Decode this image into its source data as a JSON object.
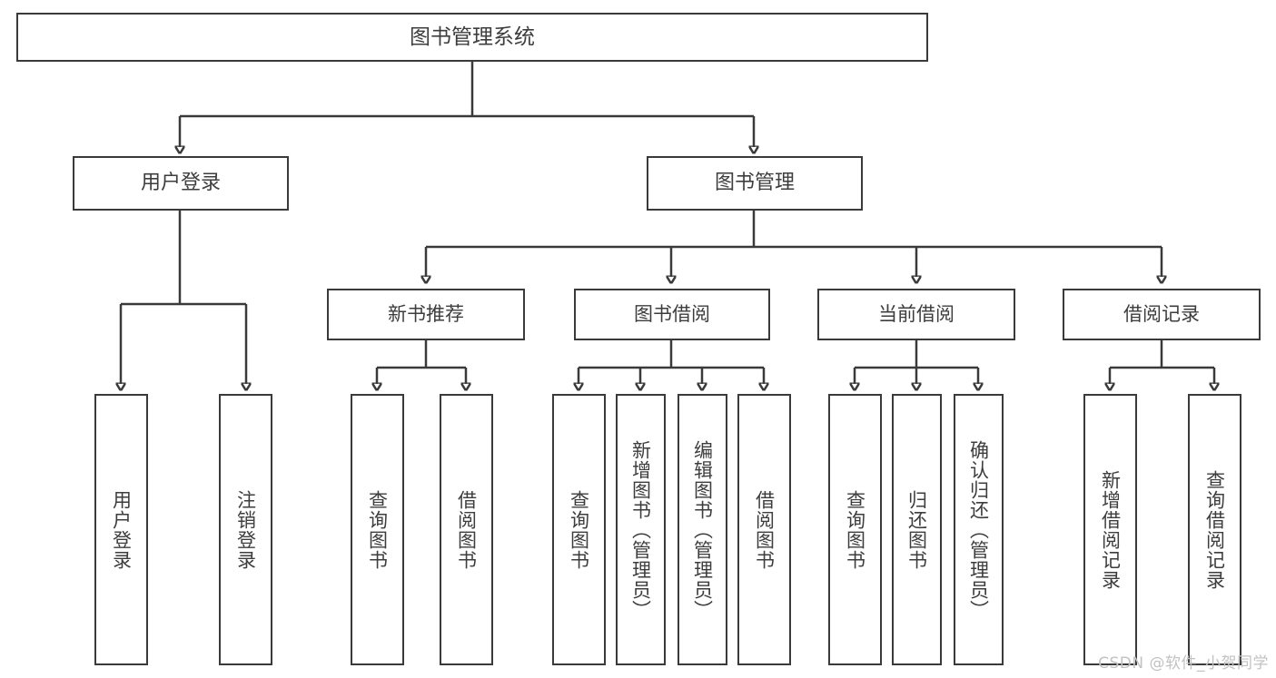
{
  "diagram": {
    "title": "图书管理系统",
    "type": "tree",
    "watermark": "CSDN @软件_小贺同学",
    "colors": {
      "border": "#3a3a3a",
      "text": "#3d3d3d",
      "background": "#ffffff",
      "watermark": "#c2c2c2"
    },
    "root": {
      "label": "图书管理系统"
    },
    "level1": [
      {
        "label": "用户登录"
      },
      {
        "label": "图书管理"
      }
    ],
    "level2": [
      {
        "label": "新书推荐"
      },
      {
        "label": "图书借阅"
      },
      {
        "label": "当前借阅"
      },
      {
        "label": "借阅记录"
      }
    ],
    "leaves": {
      "user_login": [
        {
          "label": "用户登录"
        },
        {
          "label": "注销登录"
        }
      ],
      "new_book_recommend": [
        {
          "label": "查询图书"
        },
        {
          "label": "借阅图书"
        }
      ],
      "book_borrow": [
        {
          "label": "查询图书"
        },
        {
          "label": "新增图书（管理员）"
        },
        {
          "label": "编辑图书（管理员）"
        },
        {
          "label": "借阅图书"
        }
      ],
      "current_borrow": [
        {
          "label": "查询图书"
        },
        {
          "label": "归还图书"
        },
        {
          "label": "确认归还（管理员）"
        }
      ],
      "borrow_record": [
        {
          "label": "新增借阅记录"
        },
        {
          "label": "查询借阅记录"
        }
      ]
    }
  }
}
